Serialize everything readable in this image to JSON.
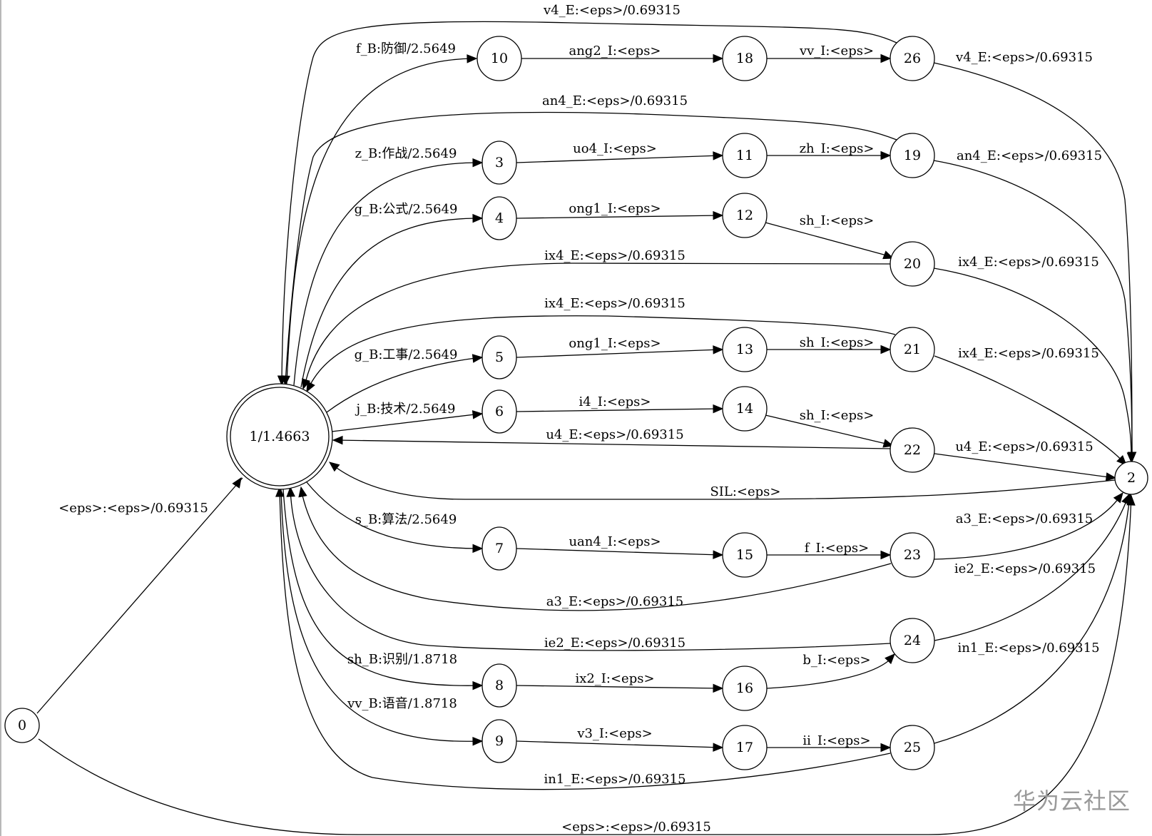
{
  "graph": {
    "type": "weighted finite-state transducer",
    "start_state": "0",
    "final_state_label": "1/1.4663",
    "nodes": [
      {
        "id": "0",
        "label": "0",
        "kind": "start"
      },
      {
        "id": "1",
        "label": "1/1.4663",
        "kind": "final"
      },
      {
        "id": "2",
        "label": "2"
      },
      {
        "id": "3",
        "label": "3"
      },
      {
        "id": "4",
        "label": "4"
      },
      {
        "id": "5",
        "label": "5"
      },
      {
        "id": "6",
        "label": "6"
      },
      {
        "id": "7",
        "label": "7"
      },
      {
        "id": "8",
        "label": "8"
      },
      {
        "id": "9",
        "label": "9"
      },
      {
        "id": "10",
        "label": "10"
      },
      {
        "id": "11",
        "label": "11"
      },
      {
        "id": "12",
        "label": "12"
      },
      {
        "id": "13",
        "label": "13"
      },
      {
        "id": "14",
        "label": "14"
      },
      {
        "id": "15",
        "label": "15"
      },
      {
        "id": "16",
        "label": "16"
      },
      {
        "id": "17",
        "label": "17"
      },
      {
        "id": "18",
        "label": "18"
      },
      {
        "id": "19",
        "label": "19"
      },
      {
        "id": "20",
        "label": "20"
      },
      {
        "id": "21",
        "label": "21"
      },
      {
        "id": "22",
        "label": "22"
      },
      {
        "id": "23",
        "label": "23"
      },
      {
        "id": "24",
        "label": "24"
      },
      {
        "id": "25",
        "label": "25"
      },
      {
        "id": "26",
        "label": "26"
      }
    ],
    "edges": [
      {
        "from": "0",
        "to": "1",
        "label": "<eps>:<eps>/0.69315"
      },
      {
        "from": "0",
        "to": "2",
        "label": "<eps>:<eps>/0.69315"
      },
      {
        "from": "1",
        "to": "10",
        "label": "f_B:防御/2.5649"
      },
      {
        "from": "1",
        "to": "3",
        "label": "z_B:作战/2.5649"
      },
      {
        "from": "1",
        "to": "4",
        "label": "g_B:公式/2.5649"
      },
      {
        "from": "1",
        "to": "5",
        "label": "g_B:工事/2.5649"
      },
      {
        "from": "1",
        "to": "6",
        "label": "j_B:技术/2.5649"
      },
      {
        "from": "1",
        "to": "7",
        "label": "s_B:算法/2.5649"
      },
      {
        "from": "1",
        "to": "8",
        "label": "sh_B:识别/1.8718"
      },
      {
        "from": "1",
        "to": "9",
        "label": "vv_B:语音/1.8718"
      },
      {
        "from": "10",
        "to": "18",
        "label": "ang2_I:<eps>"
      },
      {
        "from": "3",
        "to": "11",
        "label": "uo4_I:<eps>"
      },
      {
        "from": "4",
        "to": "12",
        "label": "ong1_I:<eps>"
      },
      {
        "from": "5",
        "to": "13",
        "label": "ong1_I:<eps>"
      },
      {
        "from": "6",
        "to": "14",
        "label": "i4_I:<eps>"
      },
      {
        "from": "7",
        "to": "15",
        "label": "uan4_I:<eps>"
      },
      {
        "from": "8",
        "to": "16",
        "label": "ix2_I:<eps>"
      },
      {
        "from": "9",
        "to": "17",
        "label": "v3_I:<eps>"
      },
      {
        "from": "18",
        "to": "26",
        "label": "vv_I:<eps>"
      },
      {
        "from": "11",
        "to": "19",
        "label": "zh_I:<eps>"
      },
      {
        "from": "12",
        "to": "20",
        "label": "sh_I:<eps>"
      },
      {
        "from": "13",
        "to": "21",
        "label": "sh_I:<eps>"
      },
      {
        "from": "14",
        "to": "22",
        "label": "sh_I:<eps>"
      },
      {
        "from": "15",
        "to": "23",
        "label": "f_I:<eps>"
      },
      {
        "from": "16",
        "to": "24",
        "label": "b_I:<eps>"
      },
      {
        "from": "17",
        "to": "25",
        "label": "ii_I:<eps>"
      },
      {
        "from": "26",
        "to": "1",
        "label": "v4_E:<eps>/0.69315"
      },
      {
        "from": "26",
        "to": "2",
        "label": "v4_E:<eps>/0.69315"
      },
      {
        "from": "19",
        "to": "1",
        "label": "an4_E:<eps>/0.69315"
      },
      {
        "from": "19",
        "to": "2",
        "label": "an4_E:<eps>/0.69315"
      },
      {
        "from": "20",
        "to": "1",
        "label": "ix4_E:<eps>/0.69315"
      },
      {
        "from": "20",
        "to": "2",
        "label": "ix4_E:<eps>/0.69315"
      },
      {
        "from": "21",
        "to": "1",
        "label": "ix4_E:<eps>/0.69315"
      },
      {
        "from": "21",
        "to": "2",
        "label": "ix4_E:<eps>/0.69315"
      },
      {
        "from": "22",
        "to": "1",
        "label": "u4_E:<eps>/0.69315"
      },
      {
        "from": "22",
        "to": "2",
        "label": "u4_E:<eps>/0.69315"
      },
      {
        "from": "2",
        "to": "1",
        "label": "SIL:<eps>"
      },
      {
        "from": "23",
        "to": "1",
        "label": "a3_E:<eps>/0.69315"
      },
      {
        "from": "23",
        "to": "2",
        "label": "a3_E:<eps>/0.69315"
      },
      {
        "from": "24",
        "to": "1",
        "label": "ie2_E:<eps>/0.69315"
      },
      {
        "from": "24",
        "to": "2",
        "label": "ie2_E:<eps>/0.69315"
      },
      {
        "from": "25",
        "to": "1",
        "label": "in1_E:<eps>/0.69315"
      },
      {
        "from": "25",
        "to": "2",
        "label": "in1_E:<eps>/0.69315"
      }
    ]
  },
  "watermark": "华为云社区"
}
